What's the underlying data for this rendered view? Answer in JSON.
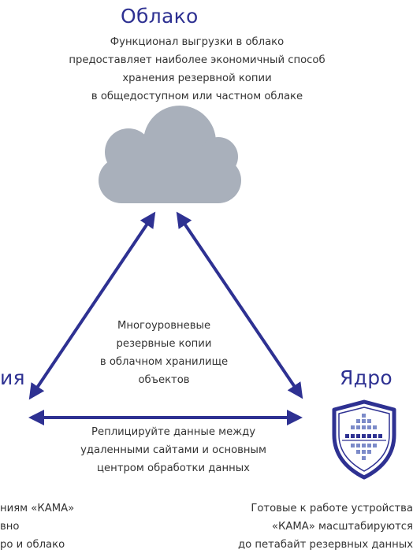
{
  "cloud": {
    "title": "Облако",
    "desc": [
      "Функционал выгрузки в облако",
      "предоставляет наиболее экономичный способ",
      "хранения резервной копии",
      "в общедоступном или частном облаке"
    ]
  },
  "center_text": [
    "Многоуровневые",
    "резервные копии",
    "в облачном хранилище",
    "объектов"
  ],
  "bottom_text": [
    "Реплицируйте данные между",
    "удаленными сайтами и основным",
    "центром обработки данных"
  ],
  "left_node": {
    "title": "ия",
    "desc": [
      "ниям «КАМА»",
      "вно",
      "ро и облако"
    ]
  },
  "right_node": {
    "title": "Ядро",
    "desc": [
      "Готовые к работе устройства",
      "«КАМА» масштабируются",
      "до петабайт резервных данных"
    ]
  },
  "colors": {
    "accent": "#2e3192",
    "cloud": "#a9b0bb",
    "shield_dots": "#7c8bc9"
  }
}
